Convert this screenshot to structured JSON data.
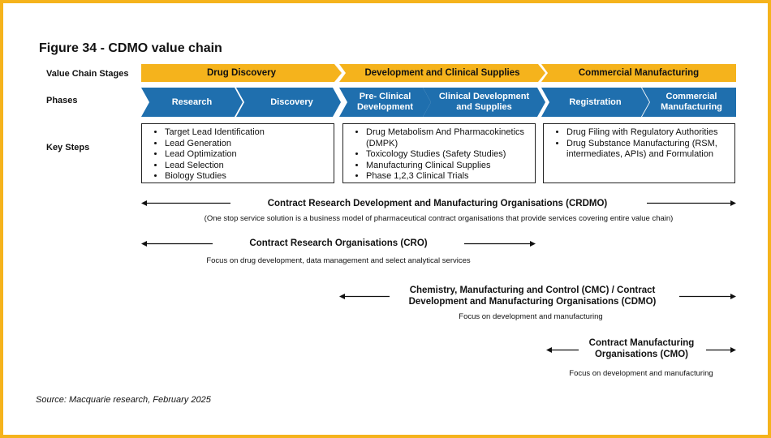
{
  "title": "Figure 34 - CDMO value chain",
  "row_labels": {
    "stages": "Value Chain Stages",
    "phases": "Phases",
    "steps": "Key Steps"
  },
  "stages": [
    "Drug Discovery",
    "Development and Clinical Supplies",
    "Commercial Manufacturing"
  ],
  "phases": [
    "Research",
    "Discovery",
    "Pre- Clinical Development",
    "Clinical Development and Supplies",
    "Registration",
    "Commercial Manufacturing"
  ],
  "key_steps": [
    [
      "Target Lead Identification",
      "Lead Generation",
      "Lead Optimization",
      "Lead Selection",
      "Biology Studies"
    ],
    [
      "Drug Metabolism And Pharmacokinetics (DMPK)",
      "Toxicology Studies (Safety Studies)",
      "Manufacturing Clinical Supplies",
      "Phase 1,2,3  Clinical Trials"
    ],
    [
      "Drug Filing with Regulatory Authorities",
      "Drug Substance Manufacturing (RSM, intermediates, APIs) and Formulation"
    ]
  ],
  "orgs": [
    {
      "title": "Contract Research Development and Manufacturing Organisations (CRDMO)",
      "subtitle": "(One stop service solution is a business model of pharmaceutical contract organisations that provide services covering entire value chain)"
    },
    {
      "title": "Contract Research Organisations (CRO)",
      "subtitle": "Focus on drug development, data management and select analytical services"
    },
    {
      "title": "Chemistry, Manufacturing and Control (CMC) / Contract Development and Manufacturing Organisations (CDMO)",
      "subtitle": "Focus on development and manufacturing"
    },
    {
      "title": "Contract Manufacturing Organisations (CMO)",
      "subtitle": "Focus on development and manufacturing"
    }
  ],
  "source": "Source: Macquarie research, February 2025",
  "colors": {
    "border": "#f5b31c",
    "stage_fill": "#f5b31c",
    "phase_fill": "#1f6fae"
  }
}
